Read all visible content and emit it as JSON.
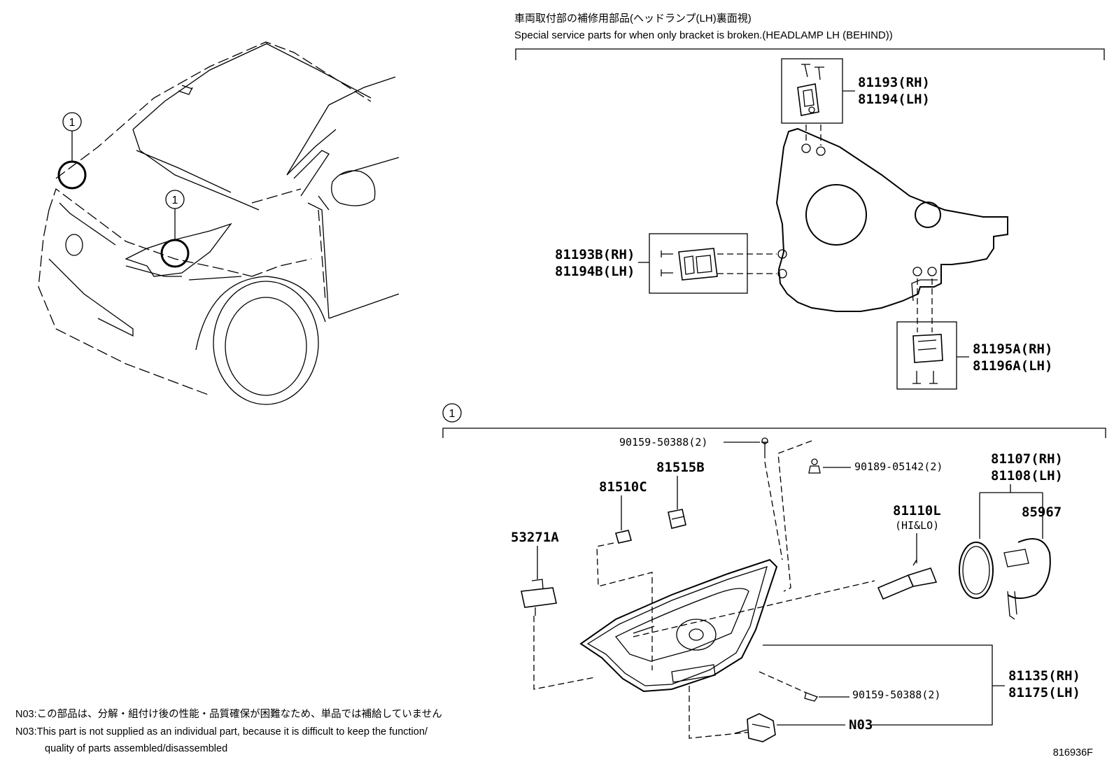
{
  "header": {
    "jp": "車両取付部の補修用部品(ヘッドランプ(LH)裏面視)",
    "en": "Special service parts for when only bracket is broken.(HEADLAMP LH (BEHIND))"
  },
  "callout_marker": "1",
  "parts": {
    "p81193": "81193(RH)",
    "p81194": "81194(LH)",
    "p81193b": "81193B(RH)",
    "p81194b": "81194B(LH)",
    "p81195a": "81195A(RH)",
    "p81196a": "81196A(LH)",
    "p90159_top": "90159-50388(2)",
    "p90189": "90189-05142(2)",
    "p81515b": "81515B",
    "p81510c": "81510C",
    "p53271a": "53271A",
    "p81110l": "81110L",
    "p81110l_sub": "(HI&LO)",
    "p81107": "81107(RH)",
    "p81108": "81108(LH)",
    "p85967": "85967",
    "p81135": "81135(RH)",
    "p81175": "81175(LH)",
    "p90159_bot": "90159-50388(2)",
    "pN03": "N03"
  },
  "notes": {
    "jp": "N03:この部品は、分解・組付け後の性能・品質確保が困難なため、単品では補給していません",
    "en1": "N03:This part is not supplied as an individual part, because it is difficult to keep the function/",
    "en2": "quality of parts assembled/disassembled"
  },
  "diagram_id": "816936F"
}
